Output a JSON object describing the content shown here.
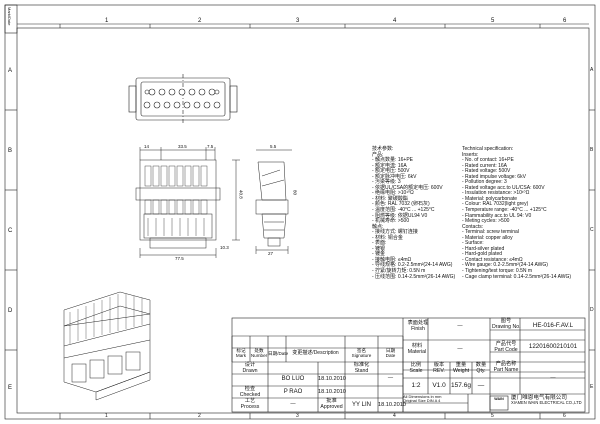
{
  "frame": {
    "top_zones": [
      "1",
      "2",
      "3",
      "4",
      "5",
      "6"
    ],
    "bottom_zones": [
      "1",
      "2",
      "3",
      "4",
      "5",
      "6"
    ],
    "left_zones": [
      "A",
      "B",
      "C",
      "D",
      "E"
    ],
    "right_zones": [
      "A",
      "B",
      "C",
      "D",
      "E"
    ],
    "corner_label": "Mark/Date"
  },
  "dimensions": {
    "d14": "14",
    "d335": "33.5",
    "d75": "7.5",
    "d775": "77.5",
    "d408": "40.8",
    "d27": "27",
    "d55": "5.5",
    "d80": "80",
    "d103": "10.3"
  },
  "spec_cn": {
    "lines": [
      "技术参数:",
      "产品:",
      "- 触点数量: 16+PE",
      "- 额定电流: 16A",
      "- 额定电压: 500V",
      "- 额定脉冲电压: 6kV",
      "- 污染等级: 3",
      "- 依据UL/CSA的额定电压: 600V",
      "- 绝缘电阻: >10¹⁰Ω",
      "- 材料: 聚碳酸酯",
      "- 颜色: RAL 7032 (卵石灰)",
      "- 温度范围: -40°C ... +125°C",
      "- 阻燃等级: 依据UL94 V0",
      "- 机械寿命: >500",
      "触点:",
      "- 接线方式: 螺钉连接",
      "- 材料: 铜合金",
      "- 表面:",
      "    - 镀银",
      "    - 镀金",
      "- 接触电阻: ≤4mΩ",
      "- 导线规格: 0.2-2.5mm²(24-14 AWG)",
      "- 拧紧/旋转力矩: 0.5N m",
      "- 压线范围: 0.14-2.5mm²(26-14 AWG)"
    ]
  },
  "spec_en": {
    "lines": [
      "Technical specification:",
      "Inserts:",
      "- No. of contact: 16+PE",
      "- Rated current: 16A",
      "- Rated voltage: 500V",
      "- Rated impulse voltage: 6kV",
      "- Pollution degree: 3",
      "- Rated voltage acc.to UL/CSA: 600V",
      "- Insulation resistance: >10¹⁰Ω",
      "- Material: polycarbonate",
      "- Colour: RAL 7032(light grey)",
      "- Temperature range: -40°C ... +125°C",
      "- Flammability acc.to UL 94: V0",
      "- Meting cycles: >500",
      "Contacts:",
      "- Terminal: screw terminal",
      "- Material: copper alloy",
      "- Surface:",
      "    - Hard-silver plated",
      "    - Hard-gold plated",
      "- Contact resistance: ≤4mΩ",
      "- Wire gauge: 0.2-2.5mm²(24-14 AWG)",
      "- Tightening/test torque: 0.5N m",
      "- Cage clamp terminal: 0.14-2.5mm²(26-14 AWG)"
    ]
  },
  "title_block": {
    "surface_cn": "表面处理",
    "surface_en": "Finish",
    "surface_value": "—",
    "material_cn": "材料",
    "material_en": "Material",
    "material_value": "—",
    "drawing_no_cn": "图号",
    "drawing_no_en": "Drawing No.",
    "drawing_no": "HE-016-F.AV.L",
    "part_code_cn": "产品代号",
    "part_code_en": "Part Code",
    "part_code": "12201600210101",
    "part_name_cn": "产品名称",
    "part_name_en": "Part Name",
    "part_name": "—",
    "scale_cn": "比例",
    "scale_en": "Scale",
    "scale": "1:2",
    "rev_cn": "版本",
    "rev_en": "REV.",
    "rev": "V1.0",
    "weight_cn": "重量",
    "weight_en": "Weight",
    "weight": "157.6g",
    "qty_cn": "数量",
    "qty_en": "Qty.",
    "qty": "—",
    "units_note_1": "All Dimensions in mm",
    "units_note_2": "Original Size DIN A 4",
    "company_cn": "厦门唯恩电气有限公司",
    "company_en": "XIAMEN WAIN ELECTRICAL CO.,LTD",
    "logo_text": "WAIN",
    "mark_cn": "标记",
    "mark_en": "Mark",
    "number_cn": "处数",
    "number_en": "Number",
    "date_col_cn": "日期",
    "date_col_en": "Date",
    "description_cn": "变更描述",
    "description_en": "Description",
    "signature_cn": "签名",
    "signature_en": "Signature",
    "date2_cn": "日期",
    "date2_en": "Date",
    "drawn_cn": "设计",
    "drawn_en": "Drawn",
    "drawn_by": "BO LUO",
    "drawn_date": "18.10.2010",
    "checked_cn": "检查",
    "checked_en": "Checked",
    "checked_by": "P RAO",
    "checked_date": "18.10.2010",
    "process_cn": "工艺",
    "process_en": "Process",
    "process_by": "—",
    "standard_cn": "标准化",
    "standard_en": "Stand",
    "standard_by": "—",
    "approved_cn": "批准",
    "approved_en": "Approved",
    "approved_by": "YY LIN",
    "approved_date": "18.10.2010"
  }
}
